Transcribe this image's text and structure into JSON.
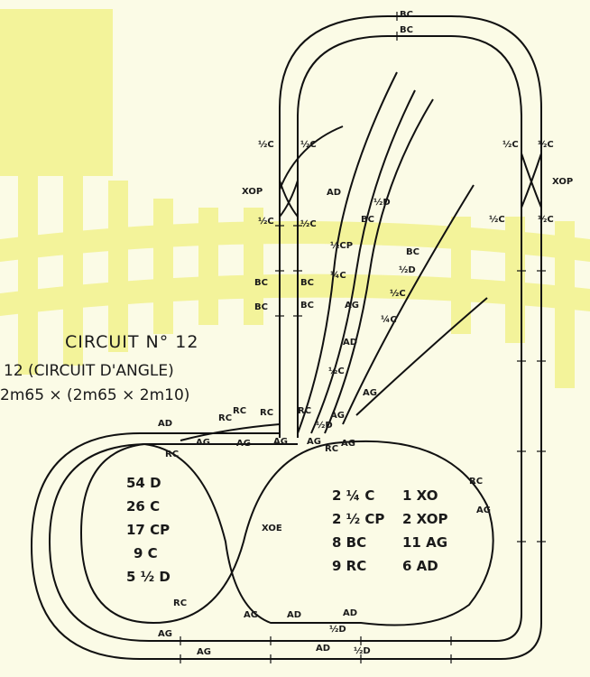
{
  "colors": {
    "background": "#fbfbe6",
    "yellow": "#f3f39a",
    "track": "#111111"
  },
  "title": "CIRCUIT N° 12",
  "subtitle": "12 (CIRCUIT D'ANGLE)",
  "dimensions": "2m65 × (2m65 × 2m10)",
  "inventory_left": [
    "54 D",
    "26 C",
    "17 CP",
    "9 C",
    "5 ½ D"
  ],
  "inventory_right": [
    [
      "2 ¼ C",
      "1 XO"
    ],
    [
      "2 ½ CP",
      "2 XOP"
    ],
    [
      "8 BC",
      "11 AG"
    ],
    [
      "9 RC",
      "6 AD"
    ]
  ],
  "labels": {
    "bc_top1": "BC",
    "bc_top2": "BC",
    "half_c_l1": "½C",
    "half_c_l2": "½C",
    "half_c_l3": "½C",
    "half_c_l4": "½C",
    "half_c_r1": "½C",
    "half_c_r2": "½C",
    "half_c_r3": "½C",
    "half_c_r4": "½C",
    "xop_left": "XOP",
    "xop_right": "XOP",
    "bc_l1": "BC",
    "bc_l2": "BC",
    "bc_l3": "BC",
    "bc_l4": "BC",
    "ad_1": "AD",
    "half_d_1": "½D",
    "bc_m1": "BC",
    "half_cp": "½CP",
    "bc_m2": "BC",
    "quarter_c_1": "¼C",
    "half_d_2": "½D",
    "ag_1": "AG",
    "half_c_m1": "½C",
    "quarter_c_2": "¼C",
    "ad_2": "AD",
    "half_c_m2": "½C",
    "ag_2": "AG",
    "ad_3": "AD",
    "rc_1": "RC",
    "rc_2": "RC",
    "rc_3": "RC",
    "rc_4": "RC",
    "half_d_3": "½D",
    "ag_3": "AG",
    "rc_5": "RC",
    "ag_4": "AG",
    "ag_5": "AG",
    "ag_6": "AG",
    "ag_7": "AG",
    "rc_6": "RC",
    "ag_8": "AG",
    "xoe": "XOE",
    "rc_7": "RC",
    "ag_9": "AG",
    "rc_8": "RC",
    "ag_10": "AG",
    "ad_4": "AD",
    "half_d_4": "½D",
    "ad_5": "AD",
    "ag_11": "AG",
    "ag_12": "AG",
    "ad_6": "AD",
    "half_d_5": "½D"
  }
}
